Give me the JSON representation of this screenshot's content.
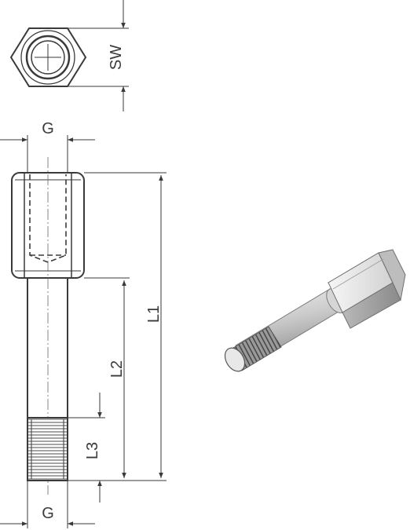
{
  "top_view": {
    "width_across_flats_label": "SW"
  },
  "side_view": {
    "thread_label_top": "G",
    "thread_label_bottom": "G",
    "overall_length_label": "L1",
    "shaft_length_label": "L2",
    "thread_length_label": "L3"
  },
  "colors": {
    "line": "#3a3a3a",
    "thread": "#8a8a8a",
    "metal_light": "#f2f2f2",
    "metal_mid": "#c8c8c8",
    "metal_dark": "#8c8c8c"
  }
}
